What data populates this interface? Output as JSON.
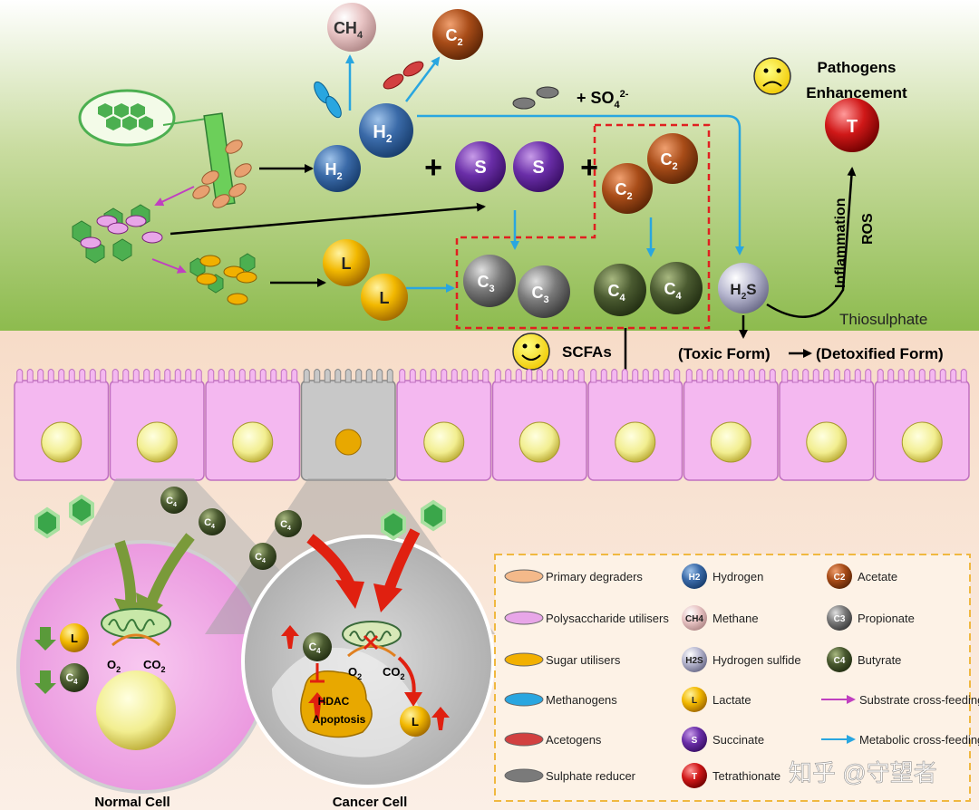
{
  "title_text": {
    "pathogens_line1": "Pathogens",
    "pathogens_line2": "Enhancement",
    "so4_prefix": "+ SO",
    "so4_sub": "4",
    "so4_sup": "2-",
    "inflammation": "Inflammation",
    "ros": "ROS",
    "thiosulphate": "Thiosulphate",
    "scfas": "SCFAs",
    "toxic_form": "(Toxic Form)",
    "detoxified_form": "(Detoxified Form)",
    "plus": "+"
  },
  "molecules": {
    "ch4": {
      "main": "CH",
      "sub": "4"
    },
    "c2": {
      "main": "C",
      "sub": "2"
    },
    "h2": {
      "main": "H",
      "sub": "2"
    },
    "s": "S",
    "l": "L",
    "c3": {
      "main": "C",
      "sub": "3"
    },
    "c4": {
      "main": "C",
      "sub": "4"
    },
    "h2s": {
      "main": "H",
      "sub": "2",
      "tail": "S"
    },
    "t": "T"
  },
  "normal_cell": {
    "label": "Normal Cell",
    "o2": "O",
    "o2_sub": "2",
    "co2": "CO",
    "co2_sub": "2"
  },
  "cancer_cell": {
    "label": "Cancer Cell",
    "hdac": "HDAC",
    "apoptosis": "Apoptosis",
    "o2": "O",
    "o2_sub": "2",
    "co2": "CO",
    "co2_sub": "2"
  },
  "legend": {
    "items": [
      {
        "label": "Primary degraders",
        "color": "#f4b98a"
      },
      {
        "label": "Hydrogen",
        "color": "#2e5b8f"
      },
      {
        "label": "Acetate",
        "color": "#8b3a12"
      },
      {
        "label": "Polysaccharide utilisers",
        "color": "#e8a6e8"
      },
      {
        "label": "Methane",
        "color": "#e8c0c0"
      },
      {
        "label": "Propionate",
        "color": "#6a6a6a"
      },
      {
        "label": "Sugar utilisers",
        "color": "#f2b000"
      },
      {
        "label": "Hydrogen sulfide",
        "color": "#c0c0d8"
      },
      {
        "label": "Butyrate",
        "color": "#3f4f2a"
      },
      {
        "label": "Methanogens",
        "color": "#29a6e0"
      },
      {
        "label": "Lactate",
        "color": "#f2b800"
      },
      {
        "label": "Substrate cross-feeding",
        "color": "#c040c0"
      },
      {
        "label": "Acetogens",
        "color": "#d24040"
      },
      {
        "label": "Succinate",
        "color": "#5a2a8a"
      },
      {
        "label": "Metabolic cross-feeding",
        "color": "#29a6e0"
      },
      {
        "label": "Sulphate reducer",
        "color": "#7a7a7a"
      },
      {
        "label": "Tetrathionate",
        "color": "#c01010"
      }
    ]
  },
  "watermark": "知乎 @守望者"
}
